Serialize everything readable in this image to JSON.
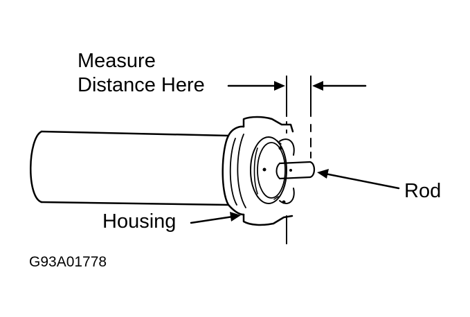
{
  "labels": {
    "measure_line1": "Measure",
    "measure_line2": "Distance Here",
    "rod": "Rod",
    "housing": "Housing",
    "figure_code": "G93A01778"
  },
  "colors": {
    "ink": "#000000",
    "paper": "#ffffff"
  }
}
